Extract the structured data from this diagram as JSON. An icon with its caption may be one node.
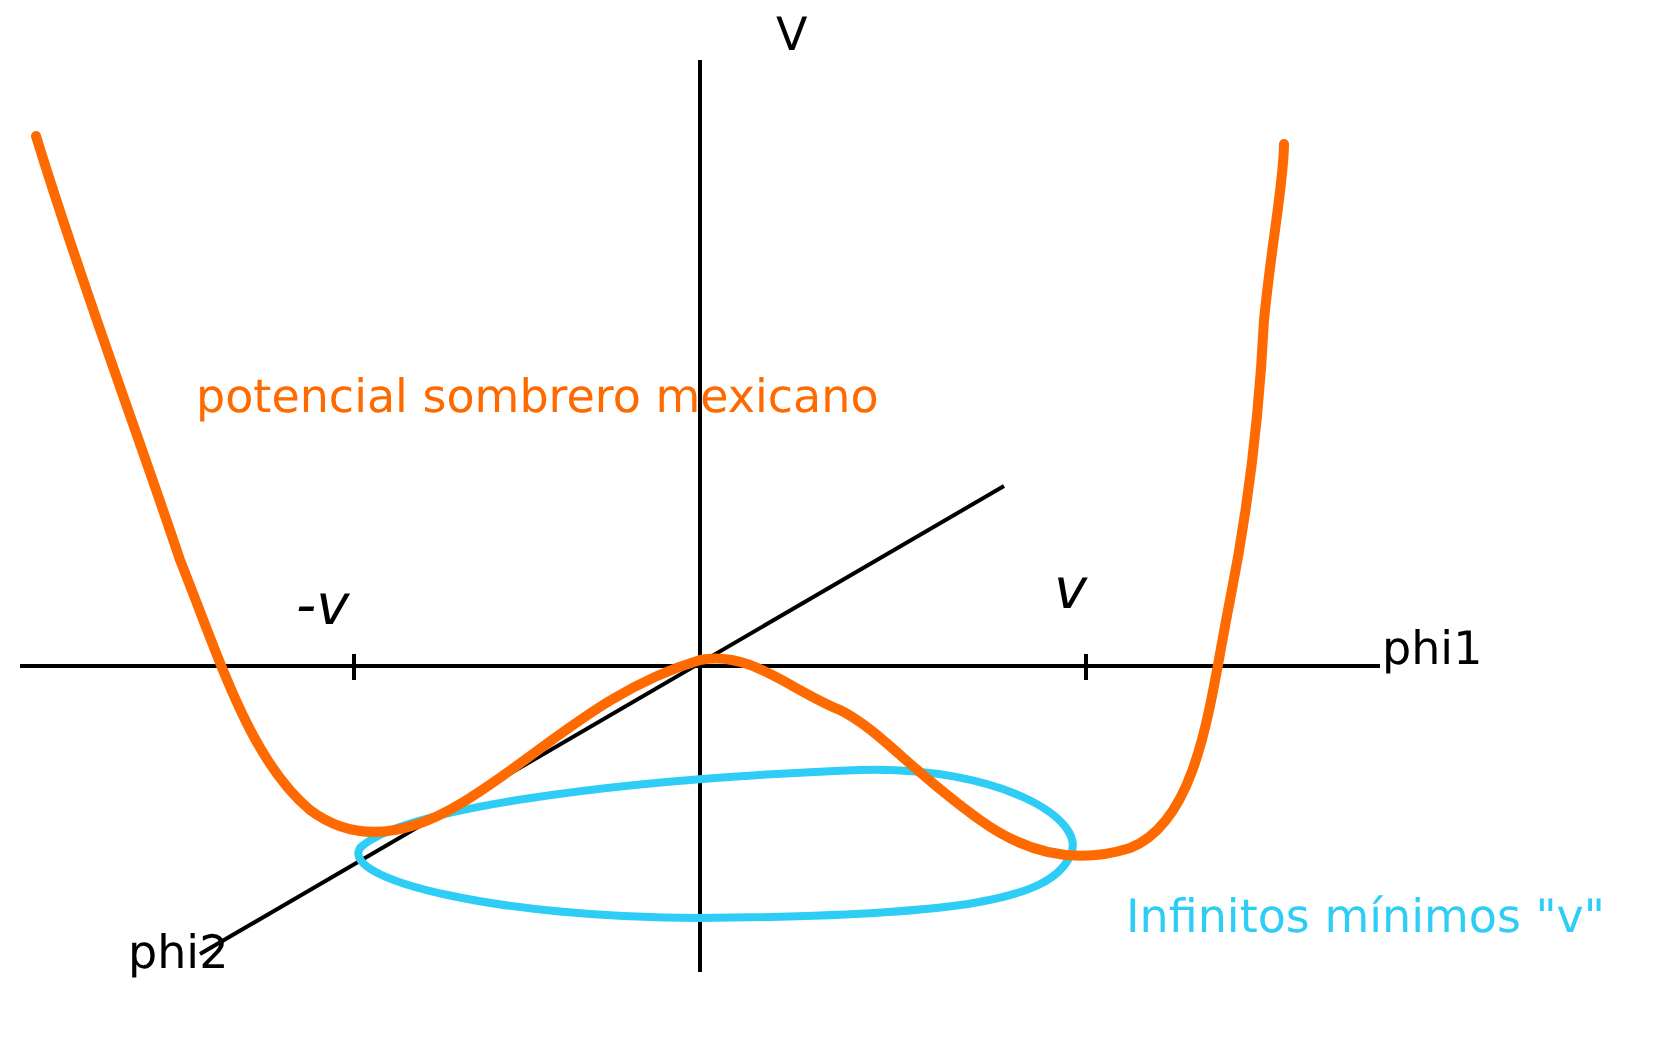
{
  "diagram": {
    "labels": [
      "V",
      "potencial sombrero mexicano",
      "-v",
      "v",
      "phi1",
      "phi2",
      "Infinitos mínimos \"v\""
    ]
  }
}
